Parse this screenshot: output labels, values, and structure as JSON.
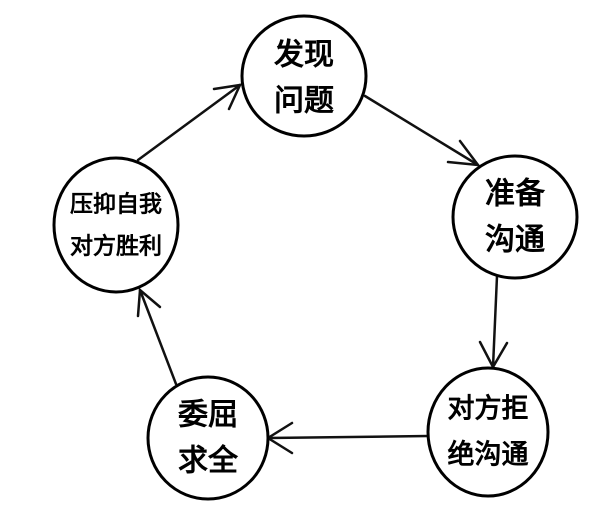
{
  "diagram": {
    "nodes": [
      {
        "id": "find-problem",
        "lines": [
          "发现",
          "问题"
        ]
      },
      {
        "id": "prepare-communicate",
        "lines": [
          "准备",
          "沟通"
        ]
      },
      {
        "id": "other-refuses",
        "lines": [
          "对方拒",
          "绝沟通"
        ]
      },
      {
        "id": "compromise",
        "lines": [
          "委屈",
          "求全"
        ]
      },
      {
        "id": "suppress-self",
        "lines": [
          "压抑自我",
          "对方胜利"
        ]
      }
    ],
    "edges": [
      {
        "from": "find-problem",
        "to": "prepare-communicate"
      },
      {
        "from": "prepare-communicate",
        "to": "other-refuses"
      },
      {
        "from": "other-refuses",
        "to": "compromise"
      },
      {
        "from": "compromise",
        "to": "suppress-self"
      },
      {
        "from": "suppress-self",
        "to": "find-problem"
      }
    ]
  }
}
